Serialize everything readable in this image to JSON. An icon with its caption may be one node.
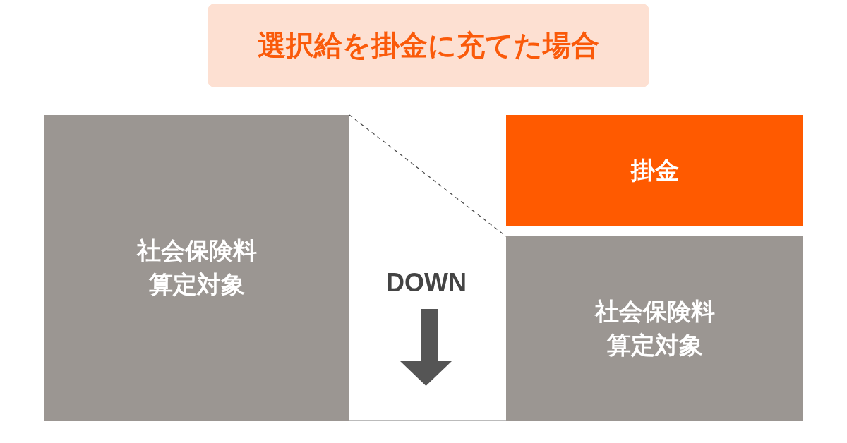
{
  "diagram": {
    "title": "選択給を掛金に充てた場合",
    "nodes": [
      {
        "text": [
          "社会保険料算定対象"
        ]
      },
      {
        "text": [
          "掛金"
        ]
      },
      {
        "text": [
          "社会保険料算定対象"
        ]
      }
    ],
    "edges": [
      {
        "from": 0,
        "to": 2,
        "arrow": "none",
        "style": "dashed"
      }
    ],
    "labels": [
      "DOWN"
    ]
  }
}
